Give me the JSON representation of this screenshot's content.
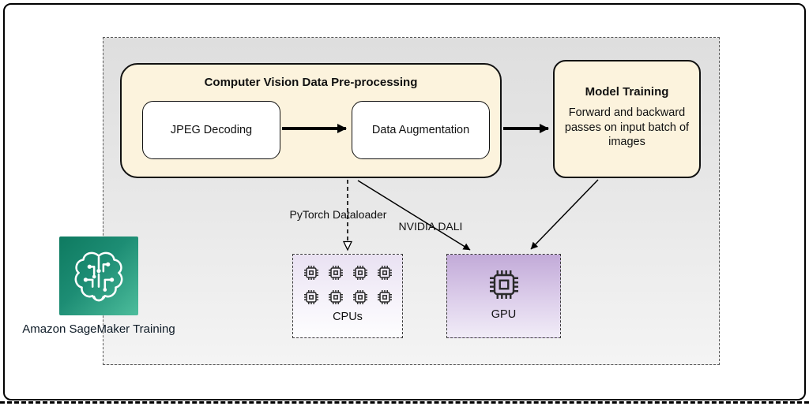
{
  "colors": {
    "env_background_top": "#dedede",
    "env_background_bottom": "#f4f4f4",
    "cream_fill": "#fcf3dd",
    "cpu_purple": "#e9e1f2",
    "gpu_purple": "#c2aad8",
    "sagemaker_green_dark": "#0e7a60",
    "sagemaker_green_light": "#4dbd9c",
    "border_black": "#111111"
  },
  "preprocessing": {
    "title": "Computer Vision Data Pre-processing",
    "steps": {
      "jpeg": "JPEG Decoding",
      "augment": "Data Augmentation"
    }
  },
  "training": {
    "title": "Model Training",
    "description": "Forward and backward passes on input batch of images"
  },
  "arrows": {
    "dataloader_label": "PyTorch Dataloader",
    "dali_label": "NVIDIA DALI"
  },
  "hardware": {
    "cpu_label": "CPUs",
    "gpu_label": "GPU"
  },
  "sagemaker": {
    "label": "Amazon SageMaker Training"
  }
}
